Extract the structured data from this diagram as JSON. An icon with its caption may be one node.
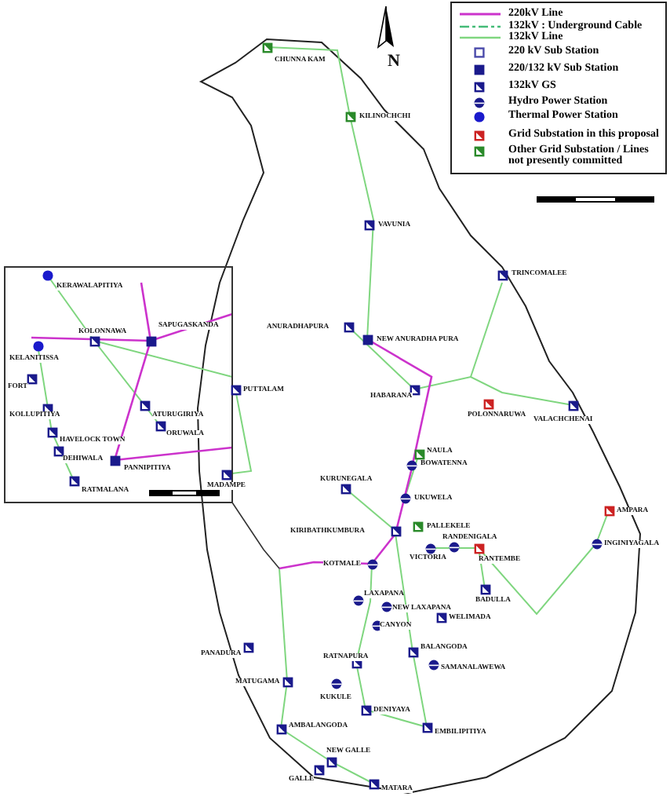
{
  "diagram": {
    "labels": [
      "N",
      "CHUNNA KAM",
      "KILINOCHCHI",
      "VAVUNIA",
      "TRINCOMALEE",
      "ANURADHAPURA",
      "NEW ANURADHA PURA",
      "PUTTALAM",
      "HABARANA",
      "POLONNARUWA",
      "VALACHCHENAI",
      "NAULA",
      "BOWATENNA",
      "MADAMPE",
      "KURUNEGALA",
      "UKUWELA",
      "PALLEKELE",
      "KIRIBATHKUMBURA",
      "RANDENIGALA",
      "AMPARA",
      "INGINIYAGALA",
      "VICTORIA",
      "RANTEMBE",
      "KOTMALE",
      "BADULLA",
      "LAXAPANA",
      "NEW LAXAPANA",
      "CANYON",
      "WELIMADA",
      "PANADURA",
      "BALANGODA",
      "RATNAPURA",
      "SAMANALAWEWA",
      "MATUGAMA",
      "KUKULE",
      "DENIYAYA",
      "EMBILIPITIYA",
      "AMBALANGODA",
      "NEW GALLE",
      "GALLE",
      "MATARA",
      "KERAWALAPITIYA",
      "SAPUGASKANDA",
      "KELANITISSA",
      "KOLONNAWA",
      "ATURUGIRIYA",
      "ORUWALA",
      "PANNIPITIYA",
      "DEHIWALA",
      "RATMALANA",
      "HAVELOCK TOWN",
      "KOLLUPITIYA",
      "FORT"
    ],
    "legend": [
      {
        "text": "220kV Line"
      },
      {
        "text": "132kV : Underground Cable"
      },
      {
        "text": "132kV Line"
      },
      {
        "text": "220 kV Sub Station"
      },
      {
        "text": "220/132 kV Sub Station"
      },
      {
        "text": "132kV GS"
      },
      {
        "text": "Hydro Power Station"
      },
      {
        "text": "Thermal Power Station"
      },
      {
        "text": "Grid Substation in this proposal"
      },
      {
        "text": "Other Grid Substation / Lines not presently committed"
      }
    ]
  }
}
